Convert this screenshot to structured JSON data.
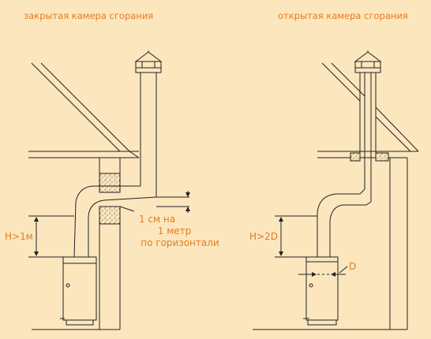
{
  "left": {
    "title": "закрытая камера сгорания",
    "height_label": "H>1м",
    "slope_note": [
      "1 см на",
      "1 метр",
      "по горизонтали"
    ]
  },
  "right": {
    "title": "открытая камера сгорания",
    "height_label": "H>2D",
    "diameter_label": "D"
  },
  "colors": {
    "label": "#E87A1E",
    "line": "#222222",
    "background": "#FBE6BE"
  }
}
